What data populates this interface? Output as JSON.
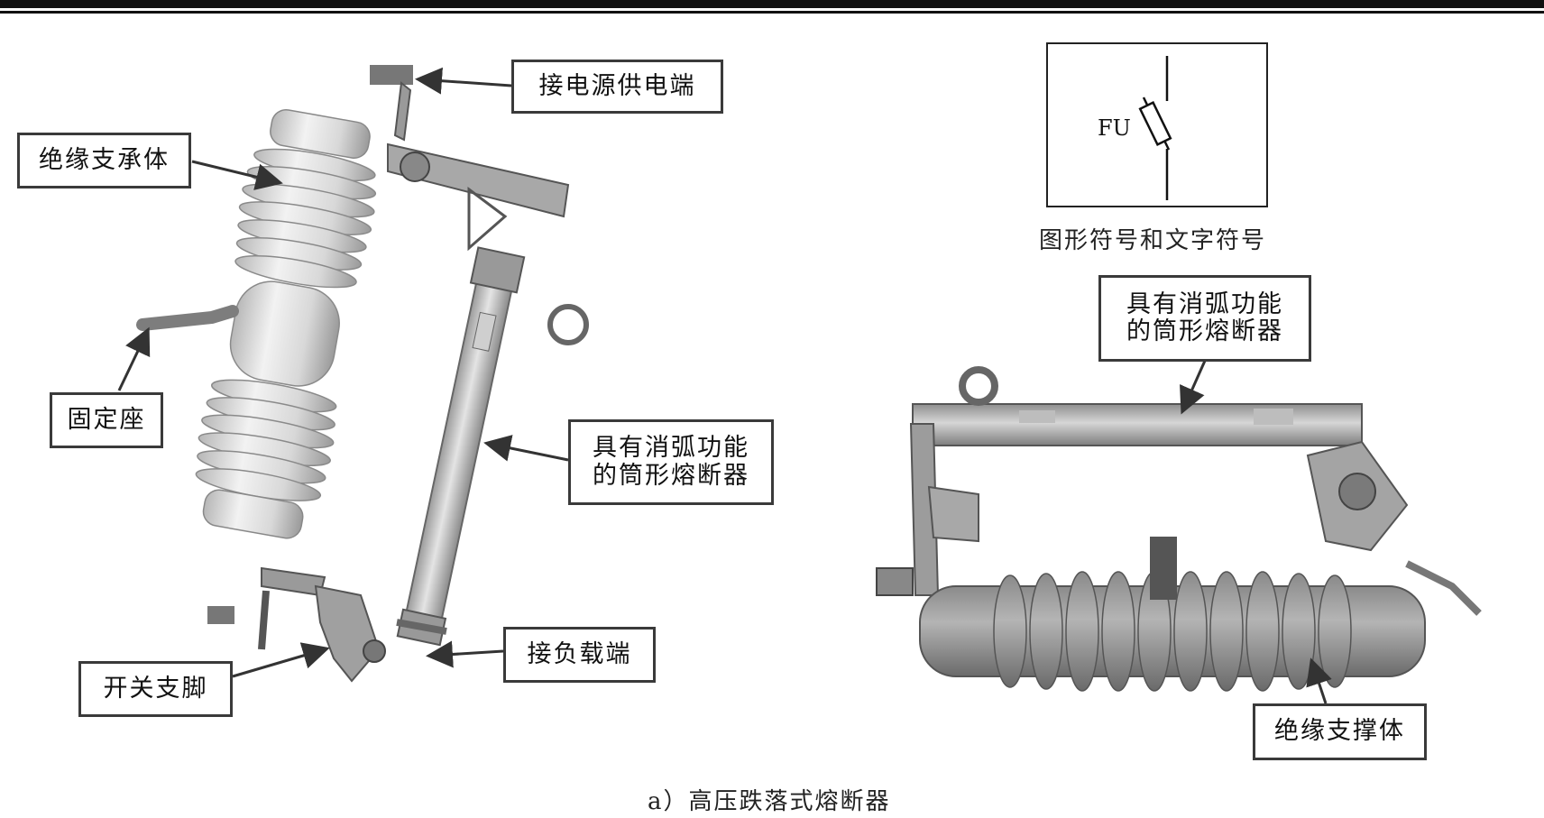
{
  "labels": {
    "power_supply_end": "接电源供电端",
    "insulating_support_left": "绝缘支承体",
    "fixed_seat": "固定座",
    "fuse_tube_left": "具有消弧功能\n的筒形熔断器",
    "switch_foot": "开关支脚",
    "load_end": "接负载端",
    "fuse_tube_right": "具有消弧功能\n的筒形熔断器",
    "insulating_support_right": "绝缘支撑体"
  },
  "symbol": {
    "letter_code": "FU",
    "caption": "图形符号和文字符号"
  },
  "figure_caption": "a）高压跌落式熔断器"
}
